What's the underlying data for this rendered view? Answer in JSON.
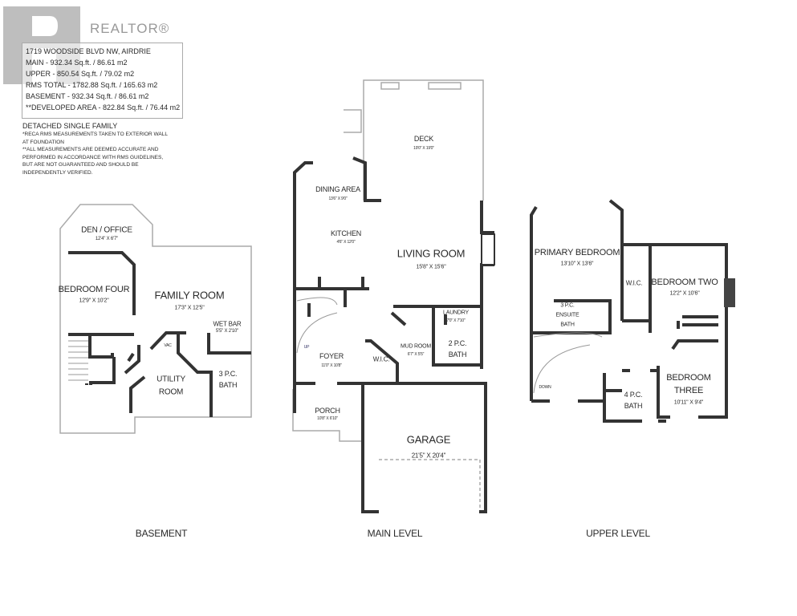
{
  "watermark": {
    "text": "REALTOR®"
  },
  "info": {
    "address": "1719 WOODSIDE BLVD NW, AIRDRIE",
    "lines": [
      "MAIN - 932.34 Sq.ft. / 86.61 m2",
      "UPPER - 850.54 Sq.ft. / 79.02 m2",
      "RMS TOTAL - 1782.88 Sq.ft. / 165.63 m2",
      "BASEMENT - 932.34 Sq.ft. / 86.61 m2",
      "**DEVELOPED AREA - 822.84 Sq.ft. / 76.44 m2"
    ],
    "type": "DETACHED SINGLE FAMILY",
    "notes": [
      "*RECA RMS MEASUREMENTS TAKEN TO EXTERIOR WALL",
      "AT FOUNDATION",
      "**ALL MEASUREMENTS ARE DEEMED ACCURATE AND",
      "PERFORMED IN ACCORDANCE WITH RMS GUIDELINES,",
      "BUT ARE NOT GUARANTEED AND SHOULD BE",
      "INDEPENDENTLY VERIFIED."
    ]
  },
  "basement": {
    "title": "BASEMENT",
    "den": {
      "name": "DEN / OFFICE",
      "dims": "12'4\" X 6'7\""
    },
    "bed4": {
      "name": "BEDROOM FOUR",
      "dims": "12'9\" X 10'2\""
    },
    "family": {
      "name": "FAMILY ROOM",
      "dims": "17'3\" X 12'5\""
    },
    "wetbar": {
      "name": "WET BAR",
      "dims": "5'5\" X 2'10\""
    },
    "utility": {
      "name1": "UTILITY",
      "name2": "ROOM"
    },
    "bath": {
      "name1": "3 P.C.",
      "name2": "BATH"
    },
    "vac": "VAC"
  },
  "main": {
    "title": "MAIN LEVEL",
    "deck": {
      "name": "DECK",
      "dims": "19'0\" X 19'0\""
    },
    "dining": {
      "name": "DINING AREA",
      "dims": "13'6\" X 9'0\""
    },
    "kitchen": {
      "name": "KITCHEN",
      "dims": "4'6\" X 12'0\""
    },
    "living": {
      "name": "LIVING ROOM",
      "dims": "15'8\" X 15'6\""
    },
    "laundry": {
      "name": "LAUNDRY",
      "dims": "7'0\" X 7'10\""
    },
    "bath": {
      "name1": "2 P.C.",
      "name2": "BATH"
    },
    "mud": {
      "name": "MUD ROOM",
      "dims": "6'7\" X 5'5\""
    },
    "foyer": {
      "name": "FOYER",
      "dims": "11'0\" X 10'8\""
    },
    "wic": "W.I.C.",
    "porch": {
      "name": "PORCH",
      "dims": "10'8\" X 6'10\""
    },
    "garage": {
      "name": "GARAGE",
      "dims": "21'5\" X 20'4\""
    },
    "up": "UP"
  },
  "upper": {
    "title": "UPPER LEVEL",
    "primary": {
      "name": "PRIMARY BEDROOM",
      "dims": "13'10\" X 13'6\""
    },
    "wic": "W.I.C.",
    "bed2": {
      "name": "BEDROOM TWO",
      "dims": "12'2\" X 10'6\""
    },
    "ensuite": {
      "name1": "3 P.C.",
      "name2": "ENSUITE",
      "name3": "BATH"
    },
    "bed3": {
      "name1": "BEDROOM",
      "name2": "THREE",
      "dims": "10'11\" X 9'4\""
    },
    "bath": {
      "name1": "4 P.C.",
      "name2": "BATH"
    },
    "down": "DOWN"
  }
}
